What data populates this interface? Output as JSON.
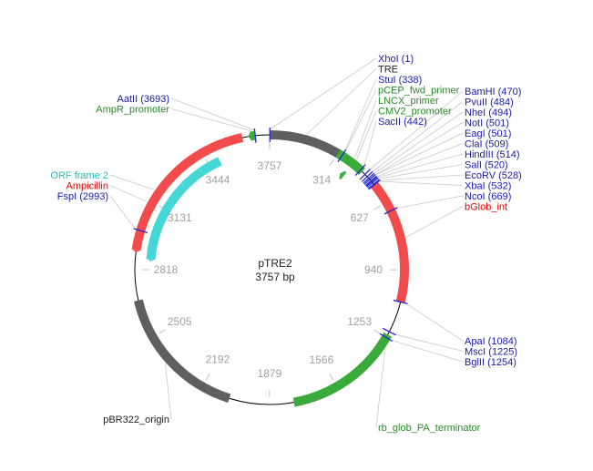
{
  "plasmid": {
    "name": "pTRE2",
    "length_label": "3757 bp",
    "length": 3757
  },
  "colors": {
    "backbone": "#000000",
    "tick_text": "#a0a0a0",
    "tick_line": "#c0c0c0",
    "site_tick": "#2a2ad0",
    "leader": "#c8c8c8",
    "red": "#f24b4b",
    "grey": "#5f5f5f",
    "green": "#3aaa3a",
    "cyan": "#45d6d6",
    "label_blue": "#1a1aa8",
    "label_green": "#2a8a2a",
    "label_red": "#e00000",
    "label_cyan": "#22bcbc",
    "label_black": "#222222"
  },
  "ticks": [
    "3757",
    "314",
    "627",
    "940",
    "1253",
    "1566",
    "1879",
    "2192",
    "2505",
    "2818",
    "3131",
    "3444"
  ],
  "tick_positions": [
    0,
    314,
    627,
    940,
    1253,
    1566,
    1879,
    2192,
    2505,
    2818,
    3131,
    3444
  ],
  "features": [
    {
      "name": "TRE",
      "start": 0,
      "end": 320,
      "color": "grey",
      "track": "outer",
      "direction": 0
    },
    {
      "name": "pBR322_origin",
      "start": 2060,
      "end": 2680,
      "color": "grey",
      "track": "outer",
      "direction": 0
    },
    {
      "name": "pCEP_fwd_primer",
      "start": 318,
      "end": 360,
      "color": "green",
      "track": "outer",
      "direction": 1
    },
    {
      "name": "CMV2_promoter",
      "start": 320,
      "end": 452,
      "color": "green",
      "track": "outer",
      "direction": 0
    },
    {
      "name": "bGlob_int",
      "start": 530,
      "end": 1085,
      "color": "red",
      "track": "outer",
      "direction": 0
    },
    {
      "name": "rb_glob_PA_terminator",
      "start": 1240,
      "end": 1770,
      "color": "green",
      "track": "outer",
      "direction": 0
    },
    {
      "name": "Ampicillin",
      "start": 2895,
      "end": 3635,
      "color": "red",
      "track": "outer",
      "direction": -1
    },
    {
      "name": "ORF frame 2",
      "start": 2860,
      "end": 3500,
      "color": "cyan",
      "track": "inner",
      "direction": -1
    },
    {
      "name": "AmpR_promoter",
      "start": 3662,
      "end": 3690,
      "color": "green",
      "track": "outer",
      "direction": -1
    },
    {
      "name": "LNCX_primer",
      "start": 378,
      "end": 400,
      "color": "green",
      "track": "inner",
      "direction": -1
    }
  ],
  "labels_top": [
    {
      "text": "XhoI (1)",
      "color": "label_blue",
      "pos": 1
    },
    {
      "text": "TRE",
      "color": "label_black",
      "pos": 160
    },
    {
      "text": "StuI (338)",
      "color": "label_blue",
      "pos": 338
    },
    {
      "text": "pCEP_fwd_primer",
      "color": "label_green",
      "pos": 340
    },
    {
      "text": "LNCX_primer",
      "color": "label_green",
      "pos": 390
    },
    {
      "text": "CMV2_promoter",
      "color": "label_green",
      "pos": 400
    },
    {
      "text": "SacII (442)",
      "color": "label_blue",
      "pos": 442
    }
  ],
  "labels_right": [
    {
      "text": "BamHI (470)",
      "color": "label_blue",
      "pos": 470
    },
    {
      "text": "PvuII (484)",
      "color": "label_blue",
      "pos": 484
    },
    {
      "text": "NheI (494)",
      "color": "label_blue",
      "pos": 494
    },
    {
      "text": "NotI (501)",
      "color": "label_blue",
      "pos": 501
    },
    {
      "text": "EagI (501)",
      "color": "label_blue",
      "pos": 501
    },
    {
      "text": "ClaI (509)",
      "color": "label_blue",
      "pos": 509
    },
    {
      "text": "HindIII (514)",
      "color": "label_blue",
      "pos": 514
    },
    {
      "text": "SalI (520)",
      "color": "label_blue",
      "pos": 520
    },
    {
      "text": "EcoRV (528)",
      "color": "label_blue",
      "pos": 528
    },
    {
      "text": "XbaI (532)",
      "color": "label_blue",
      "pos": 532
    },
    {
      "text": "NcoI (669)",
      "color": "label_blue",
      "pos": 669
    },
    {
      "text": "bGlob_int",
      "color": "label_red",
      "pos": 800
    }
  ],
  "labels_lower_right": [
    {
      "text": "ApaI (1084)",
      "color": "label_blue",
      "pos": 1084
    },
    {
      "text": "MscI (1225)",
      "color": "label_blue",
      "pos": 1225
    },
    {
      "text": "BglII (1254)",
      "color": "label_blue",
      "pos": 1254
    }
  ],
  "labels_bottom_right": [
    {
      "text": "rb_glob_PA_terminator",
      "color": "label_green",
      "pos": 1300
    }
  ],
  "labels_bottom_left": [
    {
      "text": "pBR322_origin",
      "color": "label_black",
      "pos": 2380
    }
  ],
  "labels_upper_left": [
    {
      "text": "AatII (3693)",
      "color": "label_blue",
      "pos": 3693
    },
    {
      "text": "AmpR_promoter",
      "color": "label_green",
      "pos": 3676
    }
  ],
  "labels_left": [
    {
      "text": "ORF frame 2",
      "color": "label_cyan",
      "pos": 3180
    },
    {
      "text": "Ampicillin",
      "color": "label_red",
      "pos": 3120
    },
    {
      "text": "FspI (2993)",
      "color": "label_blue",
      "pos": 2993
    }
  ],
  "site_ticks": [
    1,
    338,
    442,
    470,
    484,
    494,
    501,
    509,
    514,
    520,
    528,
    532,
    669,
    1084,
    1225,
    1254,
    2993,
    3693
  ]
}
